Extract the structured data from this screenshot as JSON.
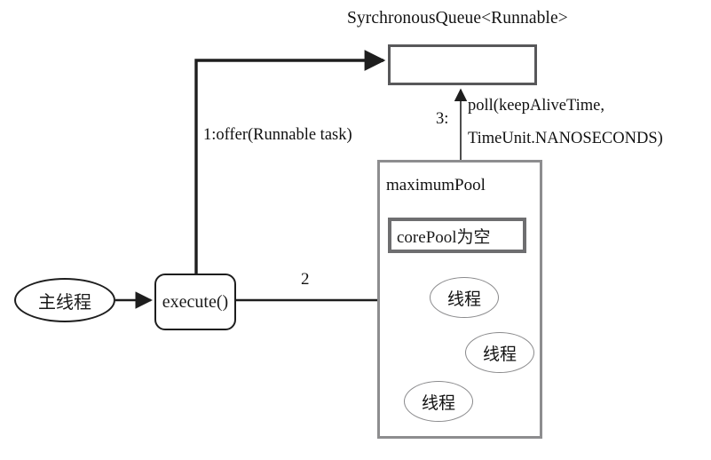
{
  "diagram": {
    "title": "SyrchronousQueue<Runnable>",
    "queue": {
      "label": "SyrchronousQueue<Runnable>",
      "contents": ""
    },
    "edges": {
      "offer": "1:offer(Runnable task)",
      "execute_to_pool": "2",
      "poll_number": "3:",
      "poll_line1": "poll(keepAliveTime,",
      "poll_line2": "TimeUnit.NANOSECONDS)"
    },
    "nodes": {
      "main_thread": "主线程",
      "execute": "execute()",
      "maximum_pool": "maximumPool",
      "core_pool": "corePool为空",
      "threads": [
        "线程",
        "线程",
        "线程"
      ]
    },
    "colors": {
      "background": "#ffffff",
      "stroke_dark": "#1e1e1e",
      "stroke_queue": "#58585a",
      "stroke_pool": "#8d8d8f",
      "stroke_corepool": "#6e6e70",
      "stroke_thread": "#8a8a8c",
      "text": "#111111"
    }
  }
}
